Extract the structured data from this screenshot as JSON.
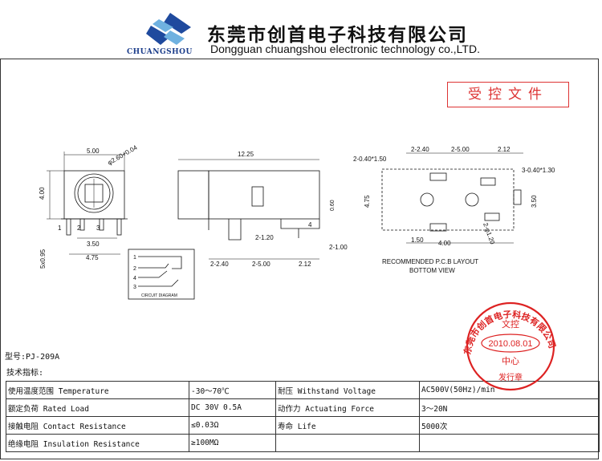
{
  "header": {
    "company_cn": "东莞市创首电子科技有限公司",
    "company_en": "Dongguan chuangshou electronic technology co.,LTD.",
    "brand": "CHUANGSHOU",
    "stamp": "受控文件"
  },
  "drawing": {
    "front_view": {
      "width": "5.00",
      "height": "4.00",
      "hole": "φ2.60+0.04",
      "span_inner": "3.50",
      "span_outer": "4.75",
      "pin_pitch": "5x0.95",
      "pins": [
        "1",
        "2",
        "3"
      ]
    },
    "side_view": {
      "length": "12.25",
      "offset": "0.60",
      "d1": "2-1.20",
      "d2": "2-1.00",
      "d3": "2-2.40",
      "d4": "2-5.00",
      "d5": "2.12",
      "pin": "4"
    },
    "pcb_layout": {
      "top_dims": [
        "2-2.40",
        "2-5.00",
        "2.12"
      ],
      "hole_a": "2-0.40*1.50",
      "hole_b": "3-0.40*1.30",
      "left_dim": "4.75",
      "right_dim": "3.50",
      "bottom_a": "1.50",
      "bottom_b": "4.00",
      "diag": "2-φ1.20",
      "caption": "RECOMMENDED P.C.B LAYOUT",
      "subcaption": "BOTTOM VIEW"
    },
    "circuit": {
      "pins": [
        "1",
        "2",
        "4",
        "3"
      ],
      "caption": "CIRCUIT DIAGRAM"
    }
  },
  "model": "型号:PJ-209A",
  "spec_heading": "技术指标:",
  "specs": [
    [
      "使用温度范围 Temperature",
      "-30～70℃",
      "耐压 Withstand Voltage",
      "AC500V(50Hz)/min"
    ],
    [
      "额定负荷 Rated Load",
      "DC 30V 0.5A",
      "动作力 Actuating Force",
      "3～20N"
    ],
    [
      "接触电阻 Contact Resistance",
      "≤0.03Ω",
      "寿命 Life",
      "5000次"
    ],
    [
      "绝缘电阻 Insulation Resistance",
      "≥100MΩ",
      "",
      ""
    ]
  ],
  "seal": {
    "ring_text": "东莞市创首电子科技有限公司",
    "center_top": "文控",
    "date": "2010.08.01",
    "center": "中心",
    "bottom": "发行章"
  }
}
